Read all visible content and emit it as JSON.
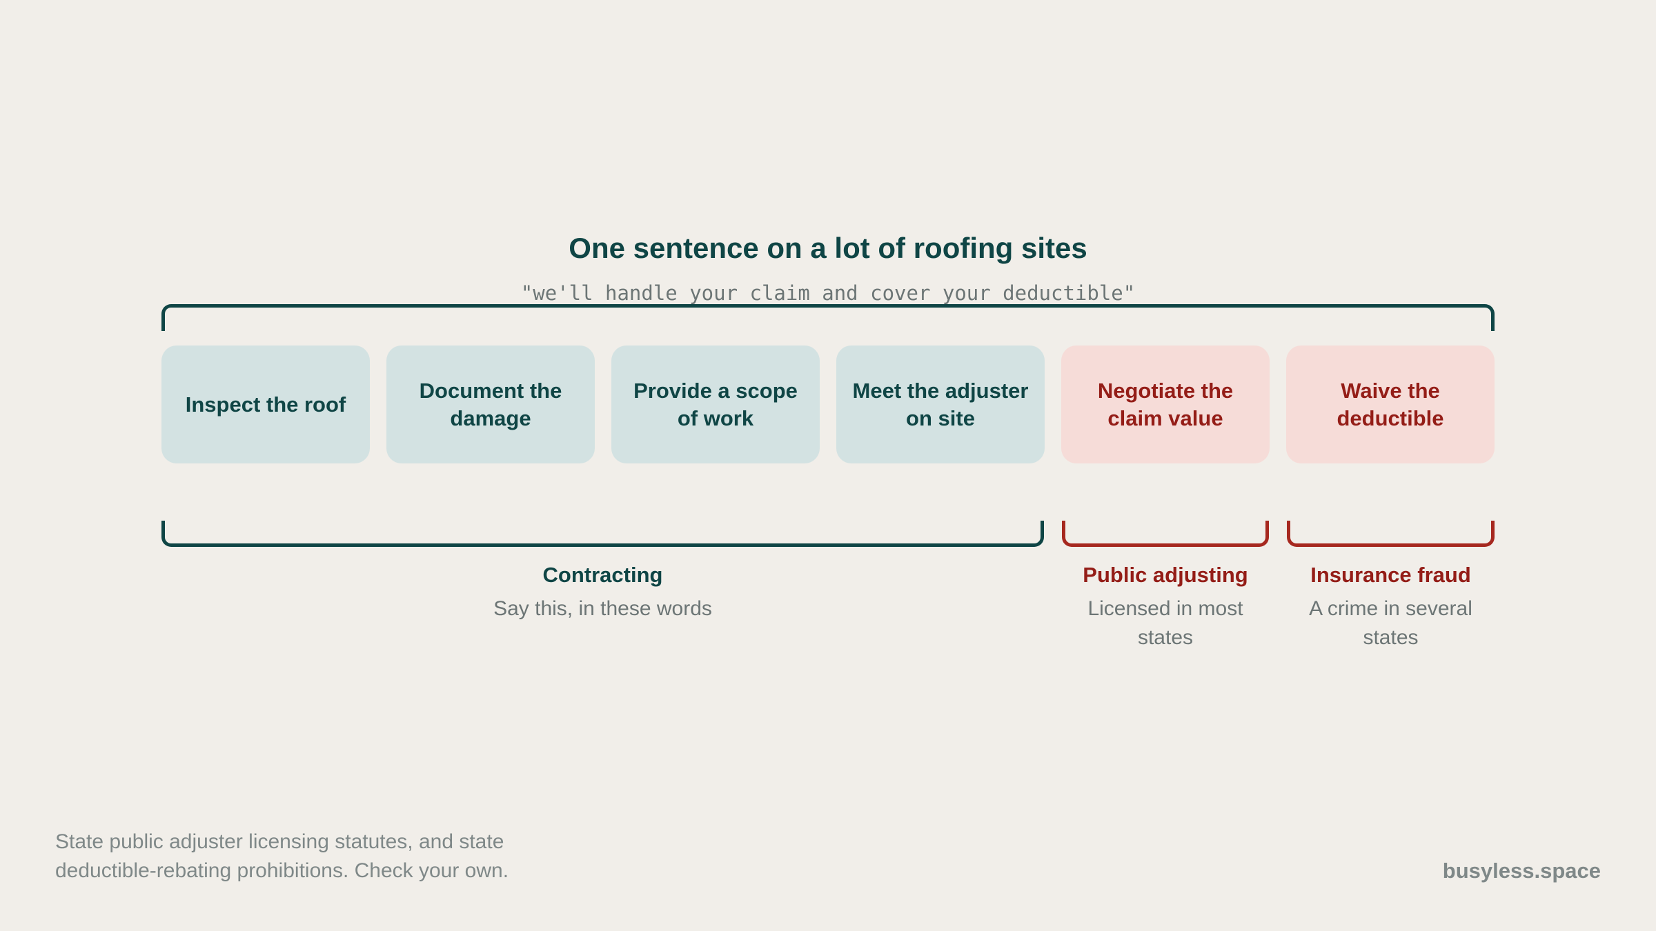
{
  "title": "One sentence on a lot of roofing sites",
  "quote": "\"we'll handle your claim and cover your deductible\"",
  "steps": [
    {
      "label": "Inspect the roof"
    },
    {
      "label": "Document the damage"
    },
    {
      "label": "Provide a scope of work"
    },
    {
      "label": "Meet the adjuster on site"
    },
    {
      "label": "Negotiate the claim value"
    },
    {
      "label": "Waive the deductible"
    }
  ],
  "groups": [
    {
      "label": "Contracting",
      "desc": "Say this, in these words"
    },
    {
      "label": "Public adjusting",
      "desc": "Licensed in most states"
    },
    {
      "label": "Insurance fraud",
      "desc": "A crime in several states"
    }
  ],
  "footnote": "State public adjuster licensing statutes, and state deductible-rebating prohibitions. Check your own.",
  "brand": "busyless.space",
  "colors": {
    "background": "#f1eee9",
    "primary": "#0f4545",
    "primary_fill": "#d3e2e2",
    "danger": "#941d17",
    "danger_fill": "#f6dcd8",
    "muted": "#6c7575"
  }
}
